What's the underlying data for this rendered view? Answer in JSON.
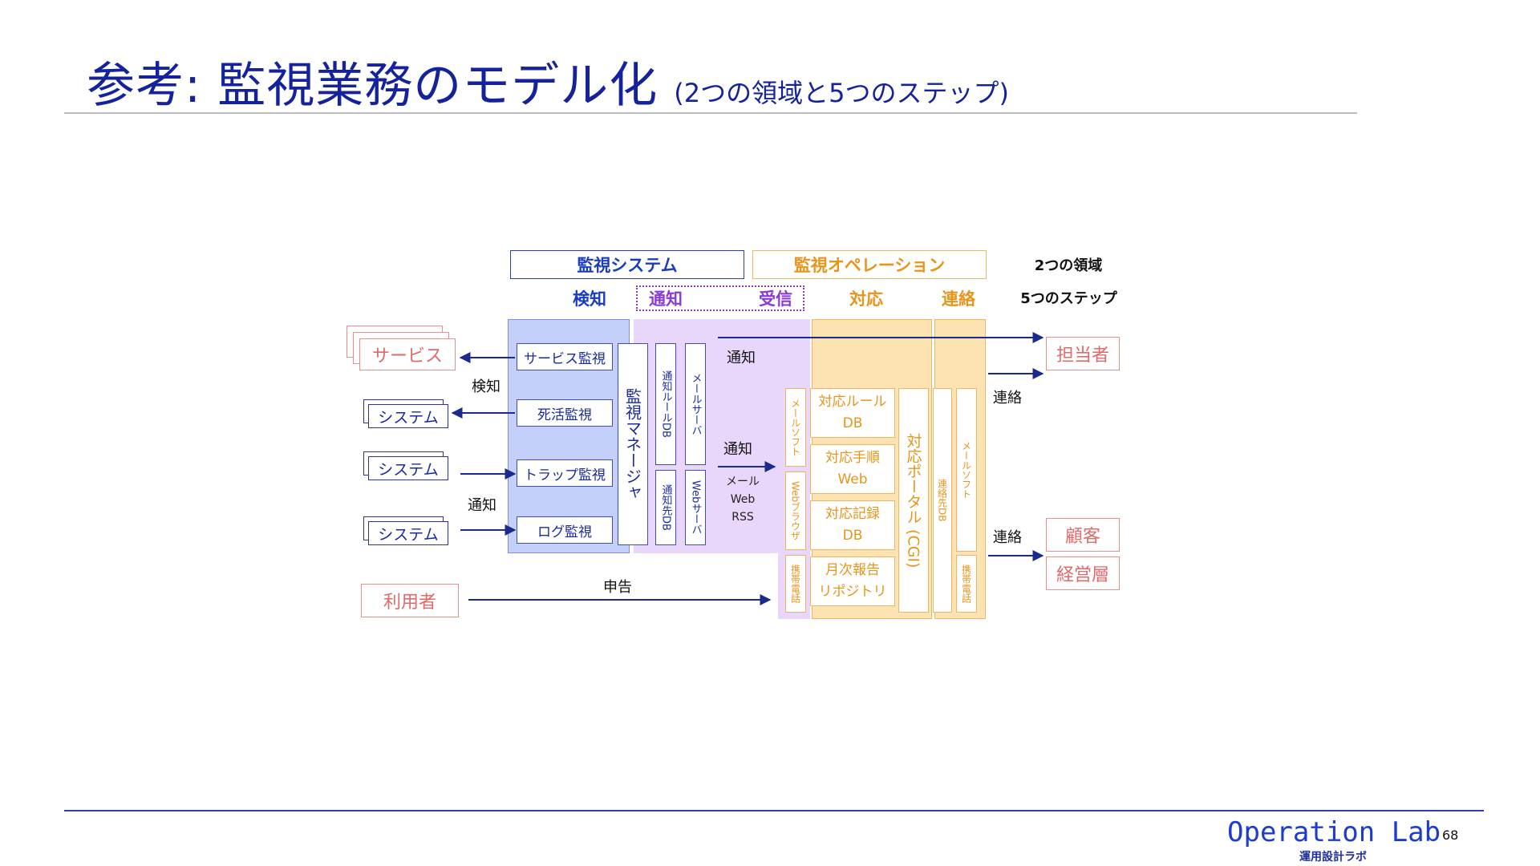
{
  "slide": {
    "title": "参考: 監視業務のモデル化",
    "subtitle": "(2つの領域と5つのステップ)",
    "page_number": "68",
    "logo": "Operation Lab",
    "logo_sub": "運用設計ラボ"
  },
  "headers": {
    "domain_system": "監視システム",
    "domain_operation": "監視オペレーション",
    "two_domains": "2つの領域",
    "five_steps": "5つのステップ",
    "step_detect": "検知",
    "step_notify": "通知",
    "step_receive": "受信",
    "step_respond": "対応",
    "step_contact": "連絡"
  },
  "left_targets": {
    "service": "サービス",
    "system1": "システム",
    "system2": "システム",
    "system3": "システム",
    "user": "利用者"
  },
  "monitors": {
    "service": "サービス監視",
    "alive": "死活監視",
    "trap": "トラップ監視",
    "log": "ログ監視",
    "manager": "監視マネージャ",
    "notify_rule_db": "通知ルールDB",
    "notify_dest_db": "通知先DB",
    "mail_server": "メールサーバ",
    "web_server": "Webサーバ"
  },
  "labels": {
    "detect": "検知",
    "notify_left": "通知",
    "notify_top": "通知",
    "notify_mid": "通知",
    "channels": [
      "メール",
      "Web",
      "RSS"
    ],
    "report": "申告",
    "contact_top": "連絡",
    "contact_bottom": "連絡"
  },
  "receive": {
    "mail_soft": "メールソフト",
    "web_browser": "Webブラウザ",
    "mobile": "携帯電話"
  },
  "respond": {
    "rule_db": [
      "対応ルール",
      "DB"
    ],
    "procedure_web": [
      "対応手順",
      "Web"
    ],
    "record_db": [
      "対応記録",
      "DB"
    ],
    "monthly_repo": [
      "月次報告",
      "リポジトリ"
    ],
    "portal": "対応ポータル (CGI)"
  },
  "contact": {
    "dest_db": "連絡先DB",
    "mail_soft": "メールソフト",
    "mobile": "携帯電話"
  },
  "right_targets": {
    "staff": "担当者",
    "customer": "顧客",
    "management": "経営層"
  },
  "colors": {
    "title": "#14239c",
    "system_blue": "#1a3cc0",
    "operation_orange": "#e8941a",
    "notify_purple": "#8a3ad8",
    "target_red": "#e06a6a"
  }
}
